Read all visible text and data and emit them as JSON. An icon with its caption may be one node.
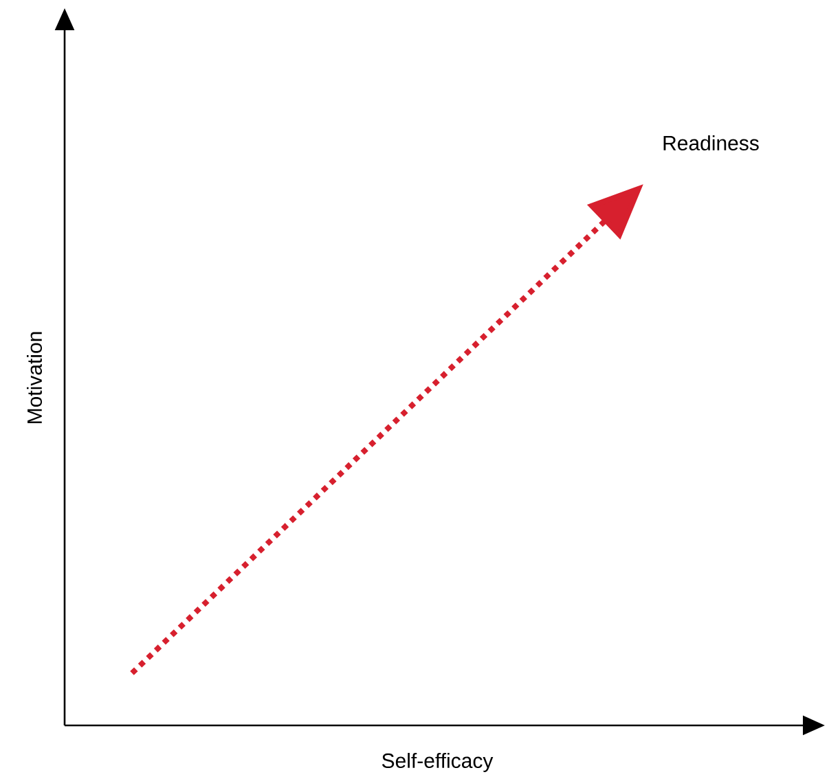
{
  "diagram": {
    "labels": [
      "Readiness",
      "Motivation",
      "Self-efficacy"
    ]
  }
}
